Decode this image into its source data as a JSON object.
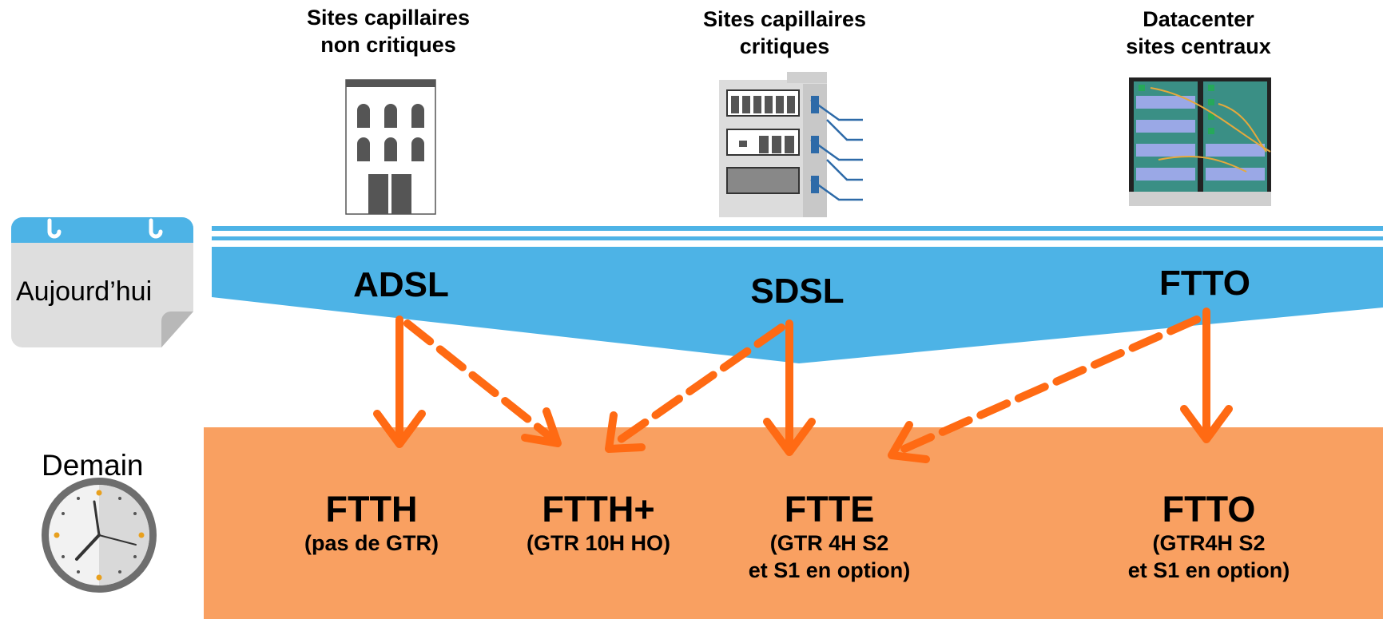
{
  "columns": [
    {
      "title_line1": "Sites capillaires",
      "title_line2": "non critiques",
      "icon": "building-icon"
    },
    {
      "title_line1": "Sites capillaires",
      "title_line2": "critiques",
      "icon": "office-building-icon"
    },
    {
      "title_line1": "Datacenter",
      "title_line2": "sites centraux",
      "icon": "server-rack-icon"
    }
  ],
  "today": {
    "label": "Aujourd’hui",
    "icon": "calendar-icon"
  },
  "tomorrow": {
    "label": "Demain",
    "icon": "clock-icon"
  },
  "current_tech": [
    "ADSL",
    "SDSL",
    "FTTO"
  ],
  "future_tech": [
    {
      "name": "FTTH",
      "note1": "(pas de GTR)",
      "note2": ""
    },
    {
      "name": "FTTH+",
      "note1": "(GTR 10H HO)",
      "note2": ""
    },
    {
      "name": "FTTE",
      "note1": "(GTR 4H S2",
      "note2": "et S1 en option)"
    },
    {
      "name": "FTTO",
      "note1": "(GTR4H S2",
      "note2": "et S1 en option)"
    }
  ],
  "colors": {
    "today_band": "#4db3e6",
    "tomorrow_band": "#f9a061",
    "arrow": "#ff6a13"
  }
}
